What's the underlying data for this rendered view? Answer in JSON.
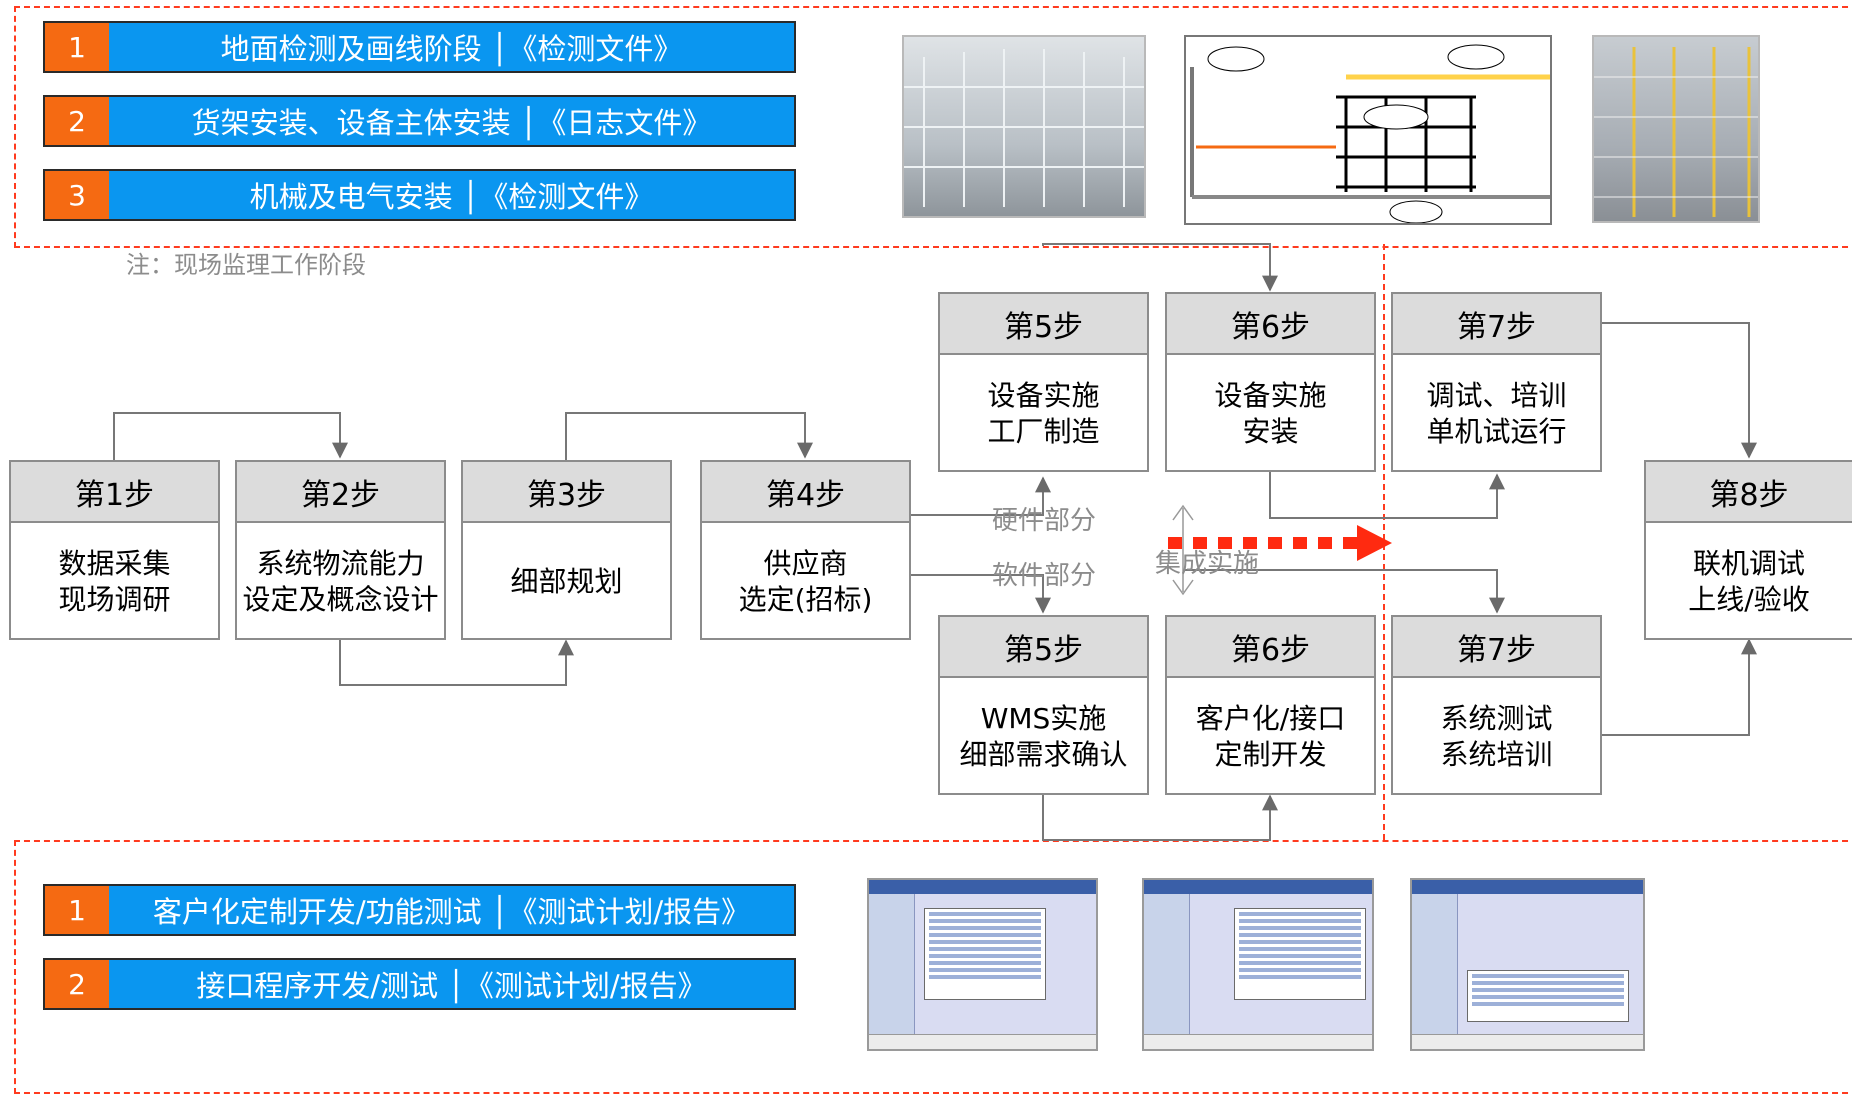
{
  "top_section": {
    "items": [
      {
        "num": "1",
        "text": "地面检测及画线阶段 │《检测文件》"
      },
      {
        "num": "2",
        "text": "货架安装、设备主体安装 │《日志文件》"
      },
      {
        "num": "3",
        "text": "机械及电气安装 │《检测文件》"
      }
    ],
    "note": "注：现场监理工作阶段"
  },
  "bottom_section": {
    "items": [
      {
        "num": "1",
        "text": "客户化定制开发/功能测试 │《测试计划/报告》"
      },
      {
        "num": "2",
        "text": "接口程序开发/测试 │《测试计划/报告》"
      }
    ]
  },
  "steps": {
    "s1": {
      "header": "第1步",
      "lines": [
        "数据采集",
        "现场调研"
      ]
    },
    "s2": {
      "header": "第2步",
      "lines": [
        "系统物流能力",
        "设定及概念设计"
      ]
    },
    "s3": {
      "header": "第3步",
      "lines": [
        "细部规划"
      ]
    },
    "s4": {
      "header": "第4步",
      "lines": [
        "供应商",
        "选定(招标)"
      ]
    },
    "s5h": {
      "header": "第5步",
      "lines": [
        "设备实施",
        "工厂制造"
      ]
    },
    "s6h": {
      "header": "第6步",
      "lines": [
        "设备实施",
        "安装"
      ]
    },
    "s7h": {
      "header": "第7步",
      "lines": [
        "调试、培训",
        "单机试运行"
      ]
    },
    "s5s": {
      "header": "第5步",
      "lines": [
        "WMS实施",
        "细部需求确认"
      ]
    },
    "s6s": {
      "header": "第6步",
      "lines": [
        "客户化/接口",
        "定制开发"
      ]
    },
    "s7s": {
      "header": "第7步",
      "lines": [
        "系统测试",
        "系统培训"
      ]
    },
    "s8": {
      "header": "第8步",
      "lines": [
        "联机调试",
        "上线/验收"
      ]
    }
  },
  "labels": {
    "hardware": "硬件部分",
    "software": "软件部分",
    "integration": "集成实施"
  },
  "colors": {
    "accent_orange": "#f56a12",
    "bar_blue": "#0a96f0",
    "dashed_red": "#ff3b1f",
    "header_gray": "#dcdcdc"
  }
}
